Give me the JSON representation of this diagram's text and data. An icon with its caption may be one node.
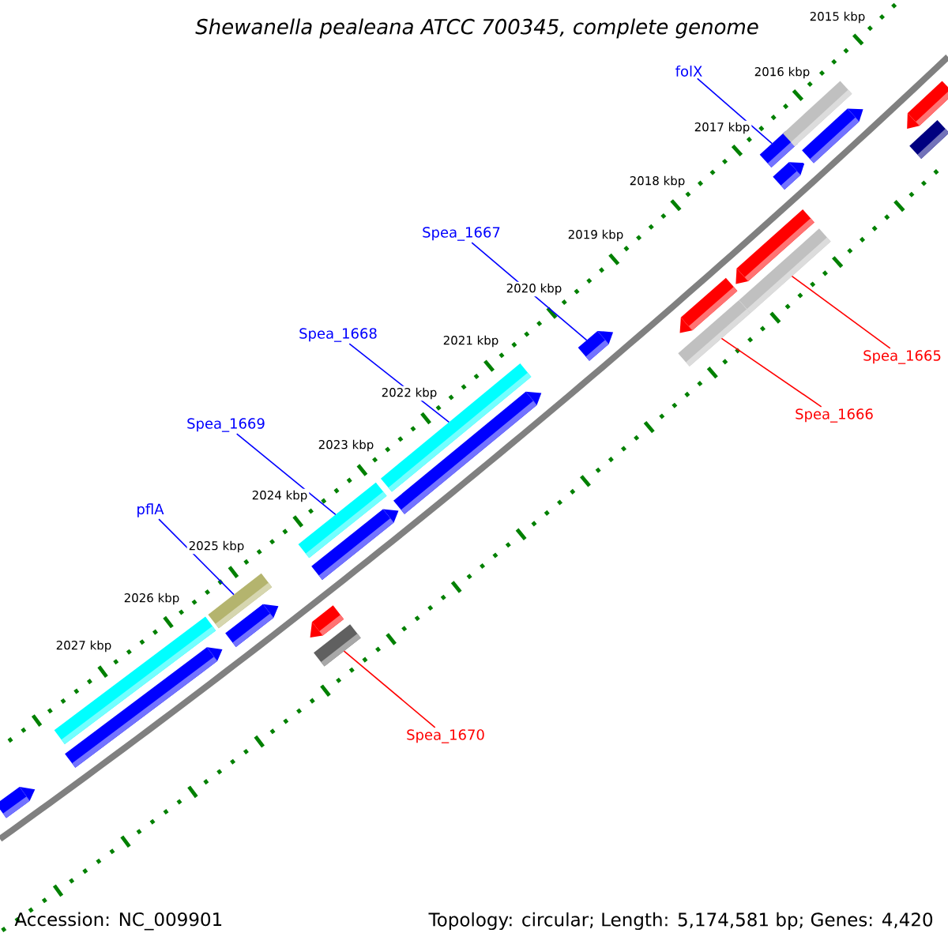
{
  "diagram": {
    "title": "Shewanella pealeana ATCC 700345, complete genome",
    "nodes": [
      {
        "text": [
          "folX"
        ]
      },
      {
        "text": [],
        "shape": "bar"
      },
      {
        "text": [
          "Spea_1667"
        ]
      },
      {
        "text": [],
        "shape": "arrow"
      },
      {
        "text": [
          "Spea_1665"
        ]
      },
      {
        "text": [],
        "shape": "bar"
      },
      {
        "text": [
          "Spea_1668"
        ]
      },
      {
        "text": [],
        "shape": "bar"
      },
      {
        "text": [
          "Spea_1666"
        ]
      },
      {
        "text": [],
        "shape": "bar"
      },
      {
        "text": [
          "Spea_1669"
        ]
      },
      {
        "text": [],
        "shape": "bar"
      },
      {
        "text": [
          "pflA"
        ]
      },
      {
        "text": [],
        "shape": "bar"
      },
      {
        "text": [
          "Spea_1670"
        ]
      },
      {
        "text": [],
        "shape": "bar"
      },
      {
        "text": [],
        "shape": "bar"
      },
      {
        "text": [],
        "shape": "arrow"
      },
      {
        "text": [],
        "shape": "arrow"
      },
      {
        "text": [],
        "shape": "arrow"
      },
      {
        "text": [],
        "shape": "arrow"
      },
      {
        "text": [],
        "shape": "arrow"
      },
      {
        "text": [],
        "shape": "bar"
      },
      {
        "text": [],
        "shape": "arrow"
      },
      {
        "text": [],
        "shape": "arrow"
      },
      {
        "text": [],
        "shape": "arrow"
      },
      {
        "text": [],
        "shape": "bar"
      },
      {
        "text": [],
        "shape": "arrow"
      },
      {
        "text": [],
        "shape": "arrow"
      },
      {
        "text": [],
        "shape": "arrow"
      }
    ],
    "edges": [
      {
        "from": 0,
        "to": 1,
        "arrow": "none",
        "color": "#0000ff"
      },
      {
        "from": 2,
        "to": 3,
        "arrow": "none",
        "color": "#0000ff"
      },
      {
        "from": 4,
        "to": 5,
        "arrow": "none",
        "color": "#ff0000"
      },
      {
        "from": 6,
        "to": 7,
        "arrow": "none",
        "color": "#0000ff"
      },
      {
        "from": 8,
        "to": 9,
        "arrow": "none",
        "color": "#ff0000"
      },
      {
        "from": 10,
        "to": 11,
        "arrow": "none",
        "color": "#0000ff"
      },
      {
        "from": 12,
        "to": 13,
        "arrow": "none",
        "color": "#0000ff"
      },
      {
        "from": 14,
        "to": 15,
        "arrow": "none",
        "color": "#ff0000"
      }
    ],
    "labels": [
      "2015 kbp",
      "2016 kbp",
      "2017 kbp",
      "2018 kbp",
      "2019 kbp",
      "2020 kbp",
      "2021 kbp",
      "2022 kbp",
      "2023 kbp",
      "2024 kbp",
      "2025 kbp",
      "2026 kbp",
      "2027 kbp",
      "Accession: NC_009901",
      "Topology: circular; Length: 5,174,581 bp; Genes: 4,420"
    ]
  }
}
